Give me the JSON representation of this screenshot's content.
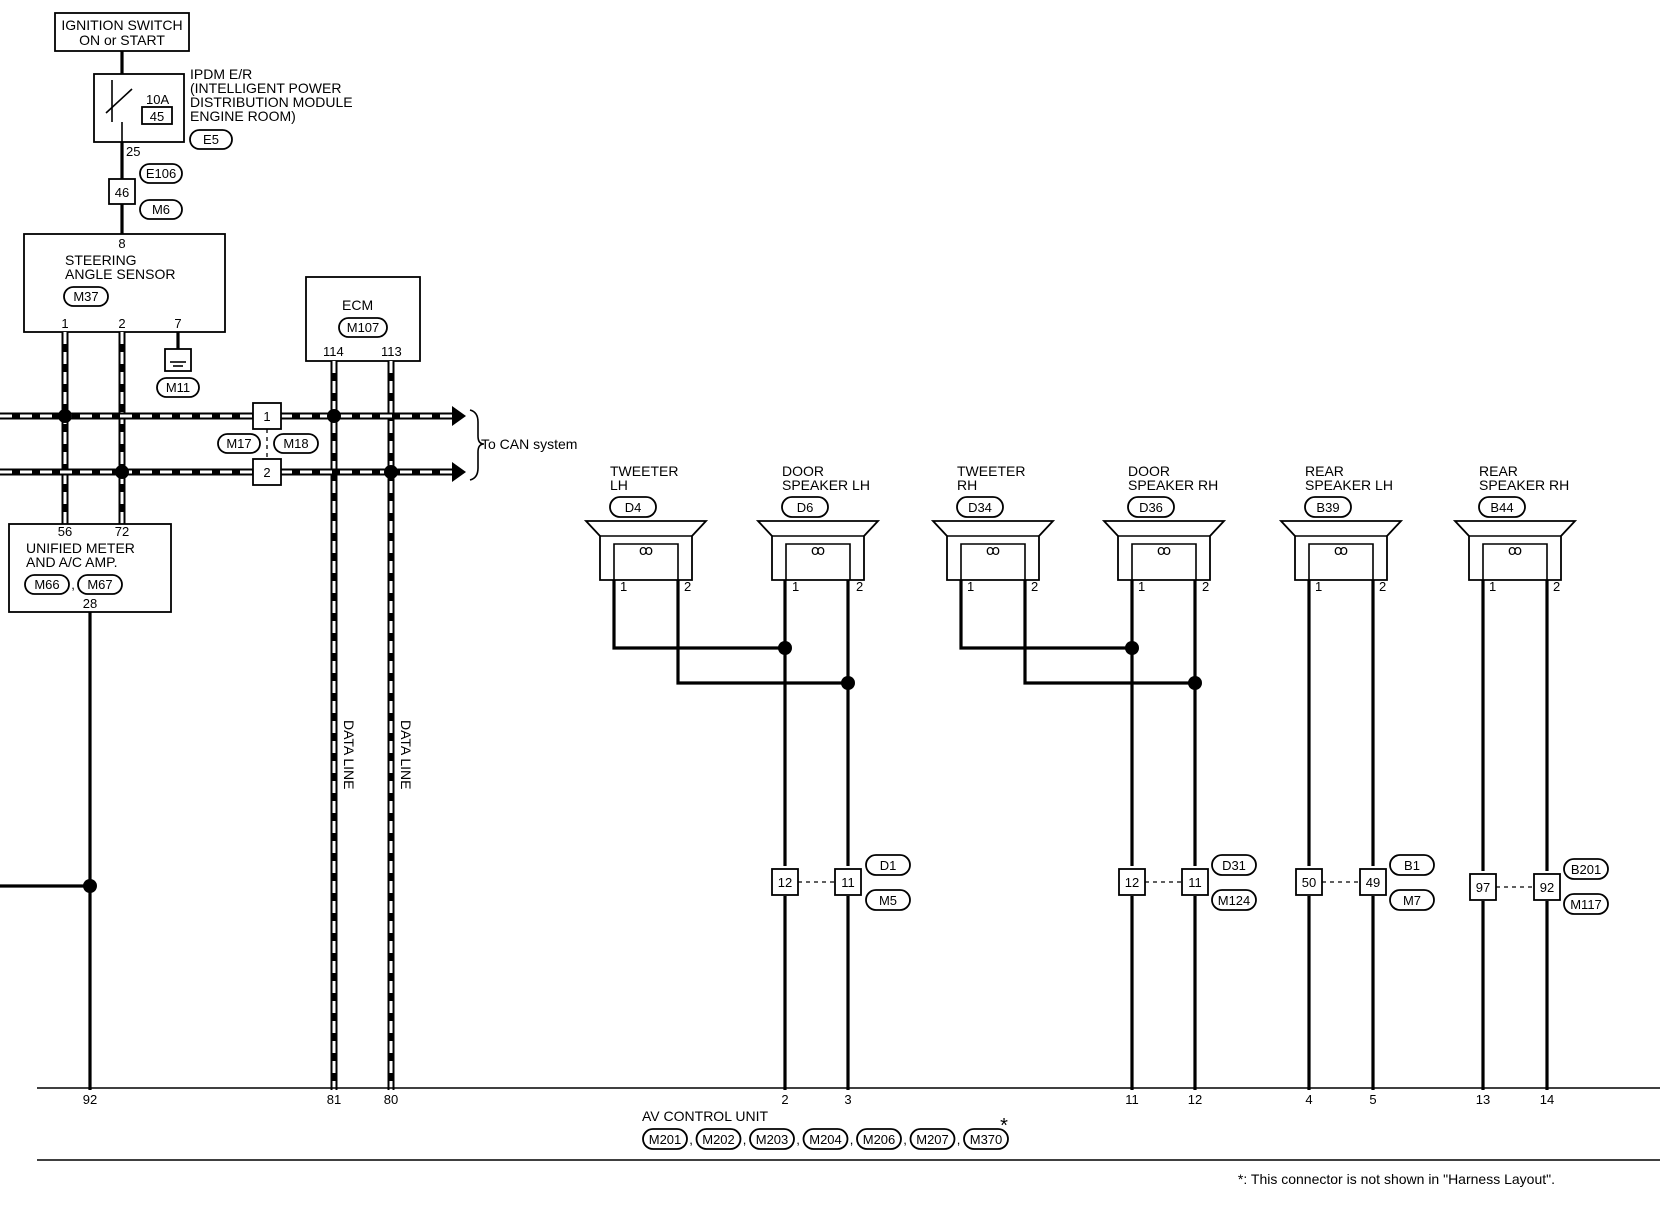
{
  "components": {
    "ignition_switch": {
      "line1": "IGNITION SWITCH",
      "line2": "ON or START"
    },
    "ipdm": {
      "line1": "IPDM E/R",
      "line2": "(INTELLIGENT POWER",
      "line3": "DISTRIBUTION MODULE",
      "line4": "ENGINE ROOM)",
      "fuse_rating": "10A",
      "fuse_number": "45",
      "connector": "E5",
      "pin": "25"
    },
    "inline_joint": {
      "pin": "46",
      "connector_top": "E106",
      "connector_bottom": "M6"
    },
    "steering_angle_sensor": {
      "line1": "STEERING",
      "line2": "ANGLE SENSOR",
      "connector": "M37",
      "pin_power": "8",
      "pin1": "1",
      "pin2": "2",
      "pin7": "7",
      "ground": "M11"
    },
    "ecm": {
      "name": "ECM",
      "connector": "M107",
      "pin_a": "114",
      "pin_b": "113"
    },
    "can_joint": {
      "pin1": "1",
      "pin2": "2",
      "connector_left": "M17",
      "connector_right": "M18",
      "note": "To CAN system"
    },
    "unified_meter": {
      "line1": "UNIFIED METER",
      "line2": "AND A/C AMP.",
      "connector1": "M66",
      "connector2": "M67",
      "pin_a": "56",
      "pin_b": "72",
      "pin_out": "28"
    },
    "data_line_label": "DATA LINE"
  },
  "speakers": [
    {
      "line1": "TWEETER",
      "line2": "LH",
      "connector": "D4",
      "pin1": "1",
      "pin2": "2"
    },
    {
      "line1": "DOOR",
      "line2": "SPEAKER LH",
      "connector": "D6",
      "pin1": "1",
      "pin2": "2"
    },
    {
      "line1": "TWEETER",
      "line2": "RH",
      "connector": "D34",
      "pin1": "1",
      "pin2": "2"
    },
    {
      "line1": "DOOR",
      "line2": "SPEAKER RH",
      "connector": "D36",
      "pin1": "1",
      "pin2": "2"
    },
    {
      "line1": "REAR",
      "line2": "SPEAKER LH",
      "connector": "B39",
      "pin1": "1",
      "pin2": "2"
    },
    {
      "line1": "REAR",
      "line2": "SPEAKER RH",
      "connector": "B44",
      "pin1": "1",
      "pin2": "2"
    }
  ],
  "speaker_coil_symbol": "ꝏ",
  "joints": [
    {
      "pin_left": "12",
      "pin_right": "11",
      "connector_top": "D1",
      "connector_bottom": "M5"
    },
    {
      "pin_left": "12",
      "pin_right": "11",
      "connector_top": "D31",
      "connector_bottom": "M124"
    },
    {
      "pin_left": "50",
      "pin_right": "49",
      "connector_top": "B1",
      "connector_bottom": "M7"
    },
    {
      "pin_left": "97",
      "pin_right": "92",
      "connector_top": "B201",
      "connector_bottom": "M117"
    }
  ],
  "av_unit": {
    "name": "AV CONTROL UNIT",
    "pins": [
      "92",
      "81",
      "80",
      "2",
      "3",
      "11",
      "12",
      "4",
      "5",
      "13",
      "14"
    ],
    "connectors": [
      "M201",
      "M202",
      "M203",
      "M204",
      "M206",
      "M207",
      "M370"
    ],
    "separator": ",",
    "asterisk": "*"
  },
  "footnote": "*: This connector is not shown in \"Harness Layout\"."
}
